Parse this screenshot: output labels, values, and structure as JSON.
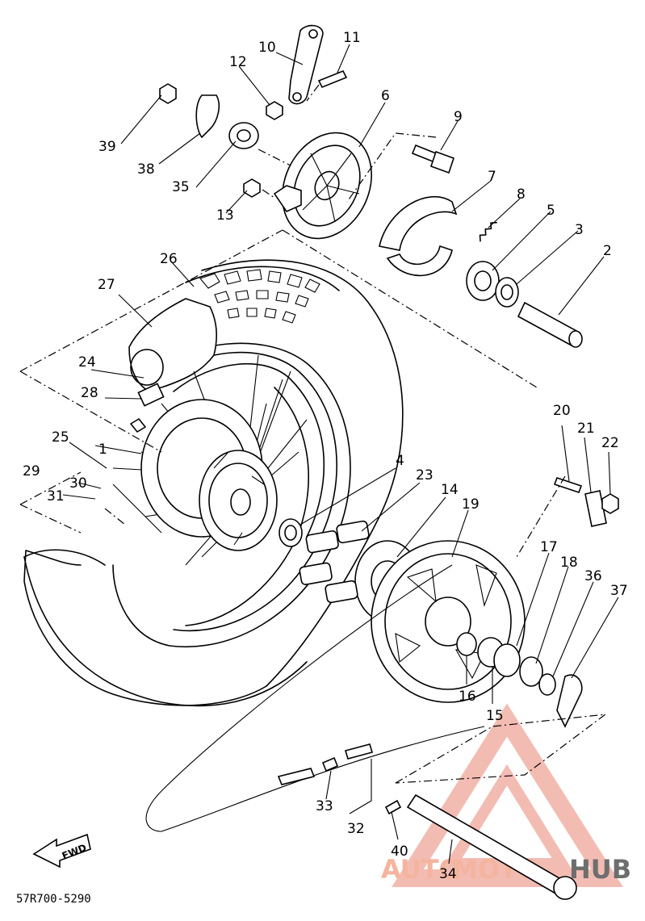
{
  "callouts": [
    "1",
    "2",
    "3",
    "4",
    "5",
    "6",
    "7",
    "8",
    "9",
    "10",
    "11",
    "12",
    "13",
    "14",
    "15",
    "16",
    "17",
    "18",
    "19",
    "20",
    "21",
    "22",
    "23",
    "24",
    "25",
    "26",
    "27",
    "28",
    "29",
    "30",
    "31",
    "32",
    "33",
    "34",
    "35",
    "36",
    "37",
    "38",
    "39",
    "40"
  ],
  "drawing_code": "57R700-5290",
  "fwd_label": "FWD",
  "watermark": {
    "part1": "AUTO",
    "part2": "MOTO",
    "part3": "HUB",
    "accent": "#e8473a"
  }
}
